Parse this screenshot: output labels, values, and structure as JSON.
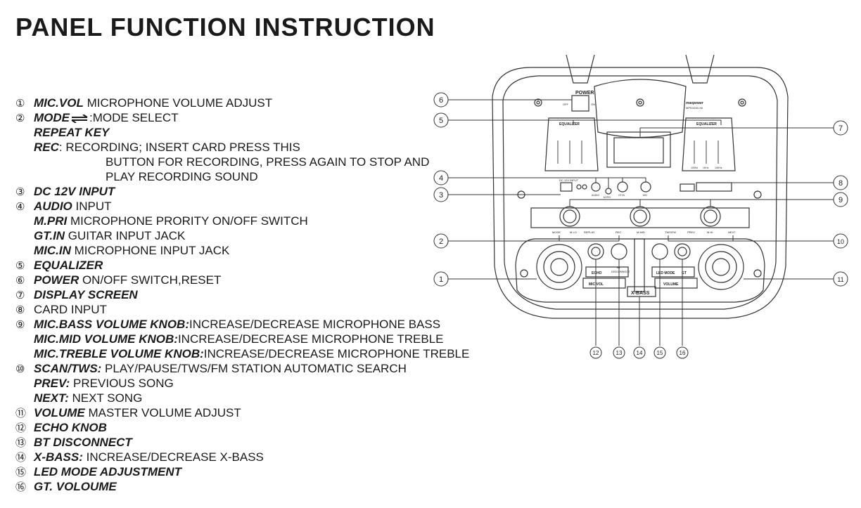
{
  "title": "PANEL FUNCTION INSTRUCTION",
  "items": [
    {
      "num": "①",
      "bold": "MIC.VOL",
      "text": " MICROPHONE VOLUME ADJUST"
    },
    {
      "num": "②",
      "bold": "MODE",
      "icon": "mode-arrows-icon",
      "text": ":MODE SELECT"
    },
    {
      "bold": "REPEAT KEY",
      "text": ""
    },
    {
      "bold": "REC",
      "text": ": RECORDING; INSERT CARD PRESS THIS"
    },
    {
      "indent": true,
      "text": "BUTTON FOR RECORDING, PRESS AGAIN TO STOP AND"
    },
    {
      "indent": true,
      "text": "PLAY RECORDING SOUND"
    },
    {
      "num": "③",
      "bold": "DC 12V INPUT",
      "text": ""
    },
    {
      "num": "④",
      "bold": "AUDIO",
      "text": " INPUT"
    },
    {
      "bold": "M.PRI",
      "text": " MICROPHONE PRORITY ON/OFF SWITCH"
    },
    {
      "bold": "GT.IN",
      "text": " GUITAR INPUT JACK"
    },
    {
      "bold": "MIC.IN",
      "text": " MICROPHONE INPUT JACK"
    },
    {
      "num": "⑤",
      "bold": "EQUALIZER",
      "text": ""
    },
    {
      "num": "⑥",
      "bold": "POWER",
      "text": "  ON/OFF  SWITCH,RESET"
    },
    {
      "num": "⑦",
      "bold": "DISPLAY SCREEN",
      "text": ""
    },
    {
      "num": "⑧",
      "bold": "",
      "text": "CARD INPUT"
    },
    {
      "num": "⑨",
      "bold": "MIC.BASS VOLUME KNOB:",
      "text": "INCREASE/DECREASE MICROPHONE BASS"
    },
    {
      "bold": "MIC.MID VOLUME KNOB:",
      "text": "INCREASE/DECREASE MICROPHONE TREBLE"
    },
    {
      "bold": "MIC.TREBLE VOLUME KNOB:",
      "text": "INCREASE/DECREASE MICROPHONE TREBLE"
    },
    {
      "num": "⑩",
      "bold": "SCAN/TWS:",
      "text": " PLAY/PAUSE/TWS/FM STATION AUTOMATIC SEARCH"
    },
    {
      "bold": "PREV:",
      "text": " PREVIOUS SONG"
    },
    {
      "bold": "NEXT:",
      "text": " NEXT SONG"
    },
    {
      "num": "⑪",
      "bold": "VOLUME",
      "text": " MASTER VOLUME ADJUST"
    },
    {
      "num": "⑫",
      "bold": "ECHO KNOB",
      "text": ""
    },
    {
      "num": "⑬",
      "bold": "BT DISCONNECT",
      "text": ""
    },
    {
      "num": "⑭",
      "bold": "X-BASS:",
      "text": " INCREASE/DECREASE X-BASS"
    },
    {
      "num": "⑮",
      "bold": "LED MODE ADJUSTMENT",
      "text": ""
    },
    {
      "num": "⑯",
      "bold": "GT. VOLOUME",
      "text": ""
    }
  ],
  "panel": {
    "power_label": "POWER",
    "off": "OFF",
    "on": "ON",
    "brand": "maxpower",
    "model": "MPD1030-X6",
    "equalizer": "EQUALIZER",
    "eq_bands": [
      "100Hz",
      "1KHz",
      "10KHz"
    ],
    "dc_input": "DC 12V INPUT",
    "audio": "AUDIO",
    "mpri": "M.PRI",
    "gtin": "GT.IN",
    "mic": "MIC",
    "mlo": "M.LO",
    "mmid": "M.MID",
    "mhi": "M.HI",
    "mode": "MODE",
    "replay": "REPLAY",
    "rec": "REC",
    "twsfm": "TWS/FM",
    "prev": "PREV",
    "next": "NEXT",
    "echo": "ECHO",
    "bt_disconnect_1": "BT",
    "bt_disconnect_2": "DISCONNECT",
    "mic_vol": "MIC.VOL",
    "xbass": "X-BASS",
    "led_mode": "LED MODE",
    "gt": "GT",
    "volume": "VOLUME"
  },
  "callouts": [
    "1",
    "2",
    "3",
    "4",
    "5",
    "6",
    "7",
    "8",
    "9",
    "10",
    "11",
    "12",
    "13",
    "14",
    "15",
    "16"
  ]
}
